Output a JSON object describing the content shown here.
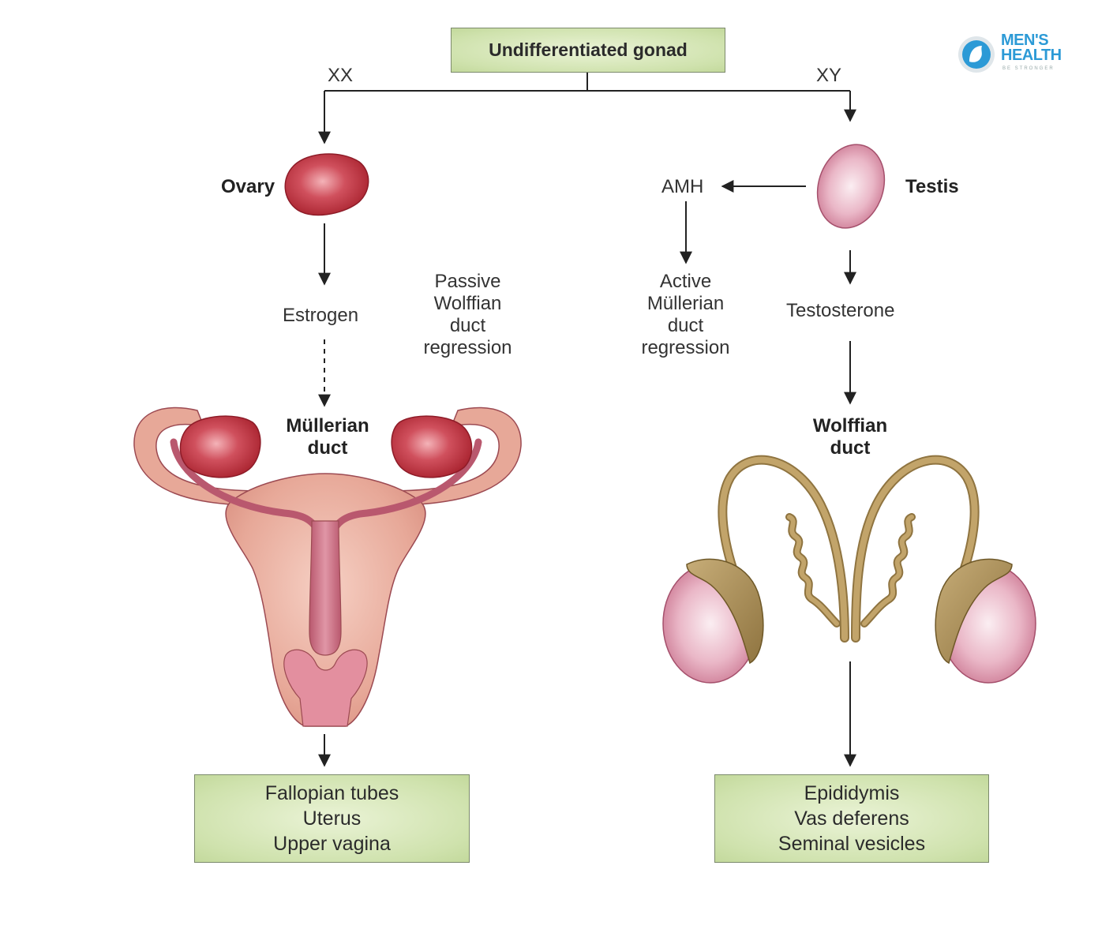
{
  "top_box": {
    "label": "Undifferentiated gonad"
  },
  "branches": {
    "left": "XX",
    "right": "XY"
  },
  "female": {
    "gonad": "Ovary",
    "hormone": "Estrogen",
    "passive_1": "Passive",
    "passive_2": "Wolffian",
    "passive_3": "duct",
    "passive_4": "regression",
    "duct_1": "Müllerian",
    "duct_2": "duct",
    "outcomes": [
      "Fallopian tubes",
      "Uterus",
      "Upper vagina"
    ]
  },
  "male": {
    "gonad": "Testis",
    "hormone_amh": "AMH",
    "active_1": "Active",
    "active_2": "Müllerian",
    "active_3": "duct",
    "active_4": "regression",
    "hormone": "Testosterone",
    "duct_1": "Wolffian",
    "duct_2": "duct",
    "outcomes": [
      "Epididymis",
      "Vas deferens",
      "Seminal vesicles"
    ]
  },
  "logo": {
    "line1": "MEN'S",
    "line2": "HEALTH",
    "tagline": "BE STRONGER"
  },
  "colors": {
    "box_fill": "#cfe2ad",
    "ovary": "#b8323f",
    "testis": "#e6a3b7",
    "uterus": "#e3a595",
    "duct": "#a88c52",
    "logo": "#2c9ad6"
  }
}
